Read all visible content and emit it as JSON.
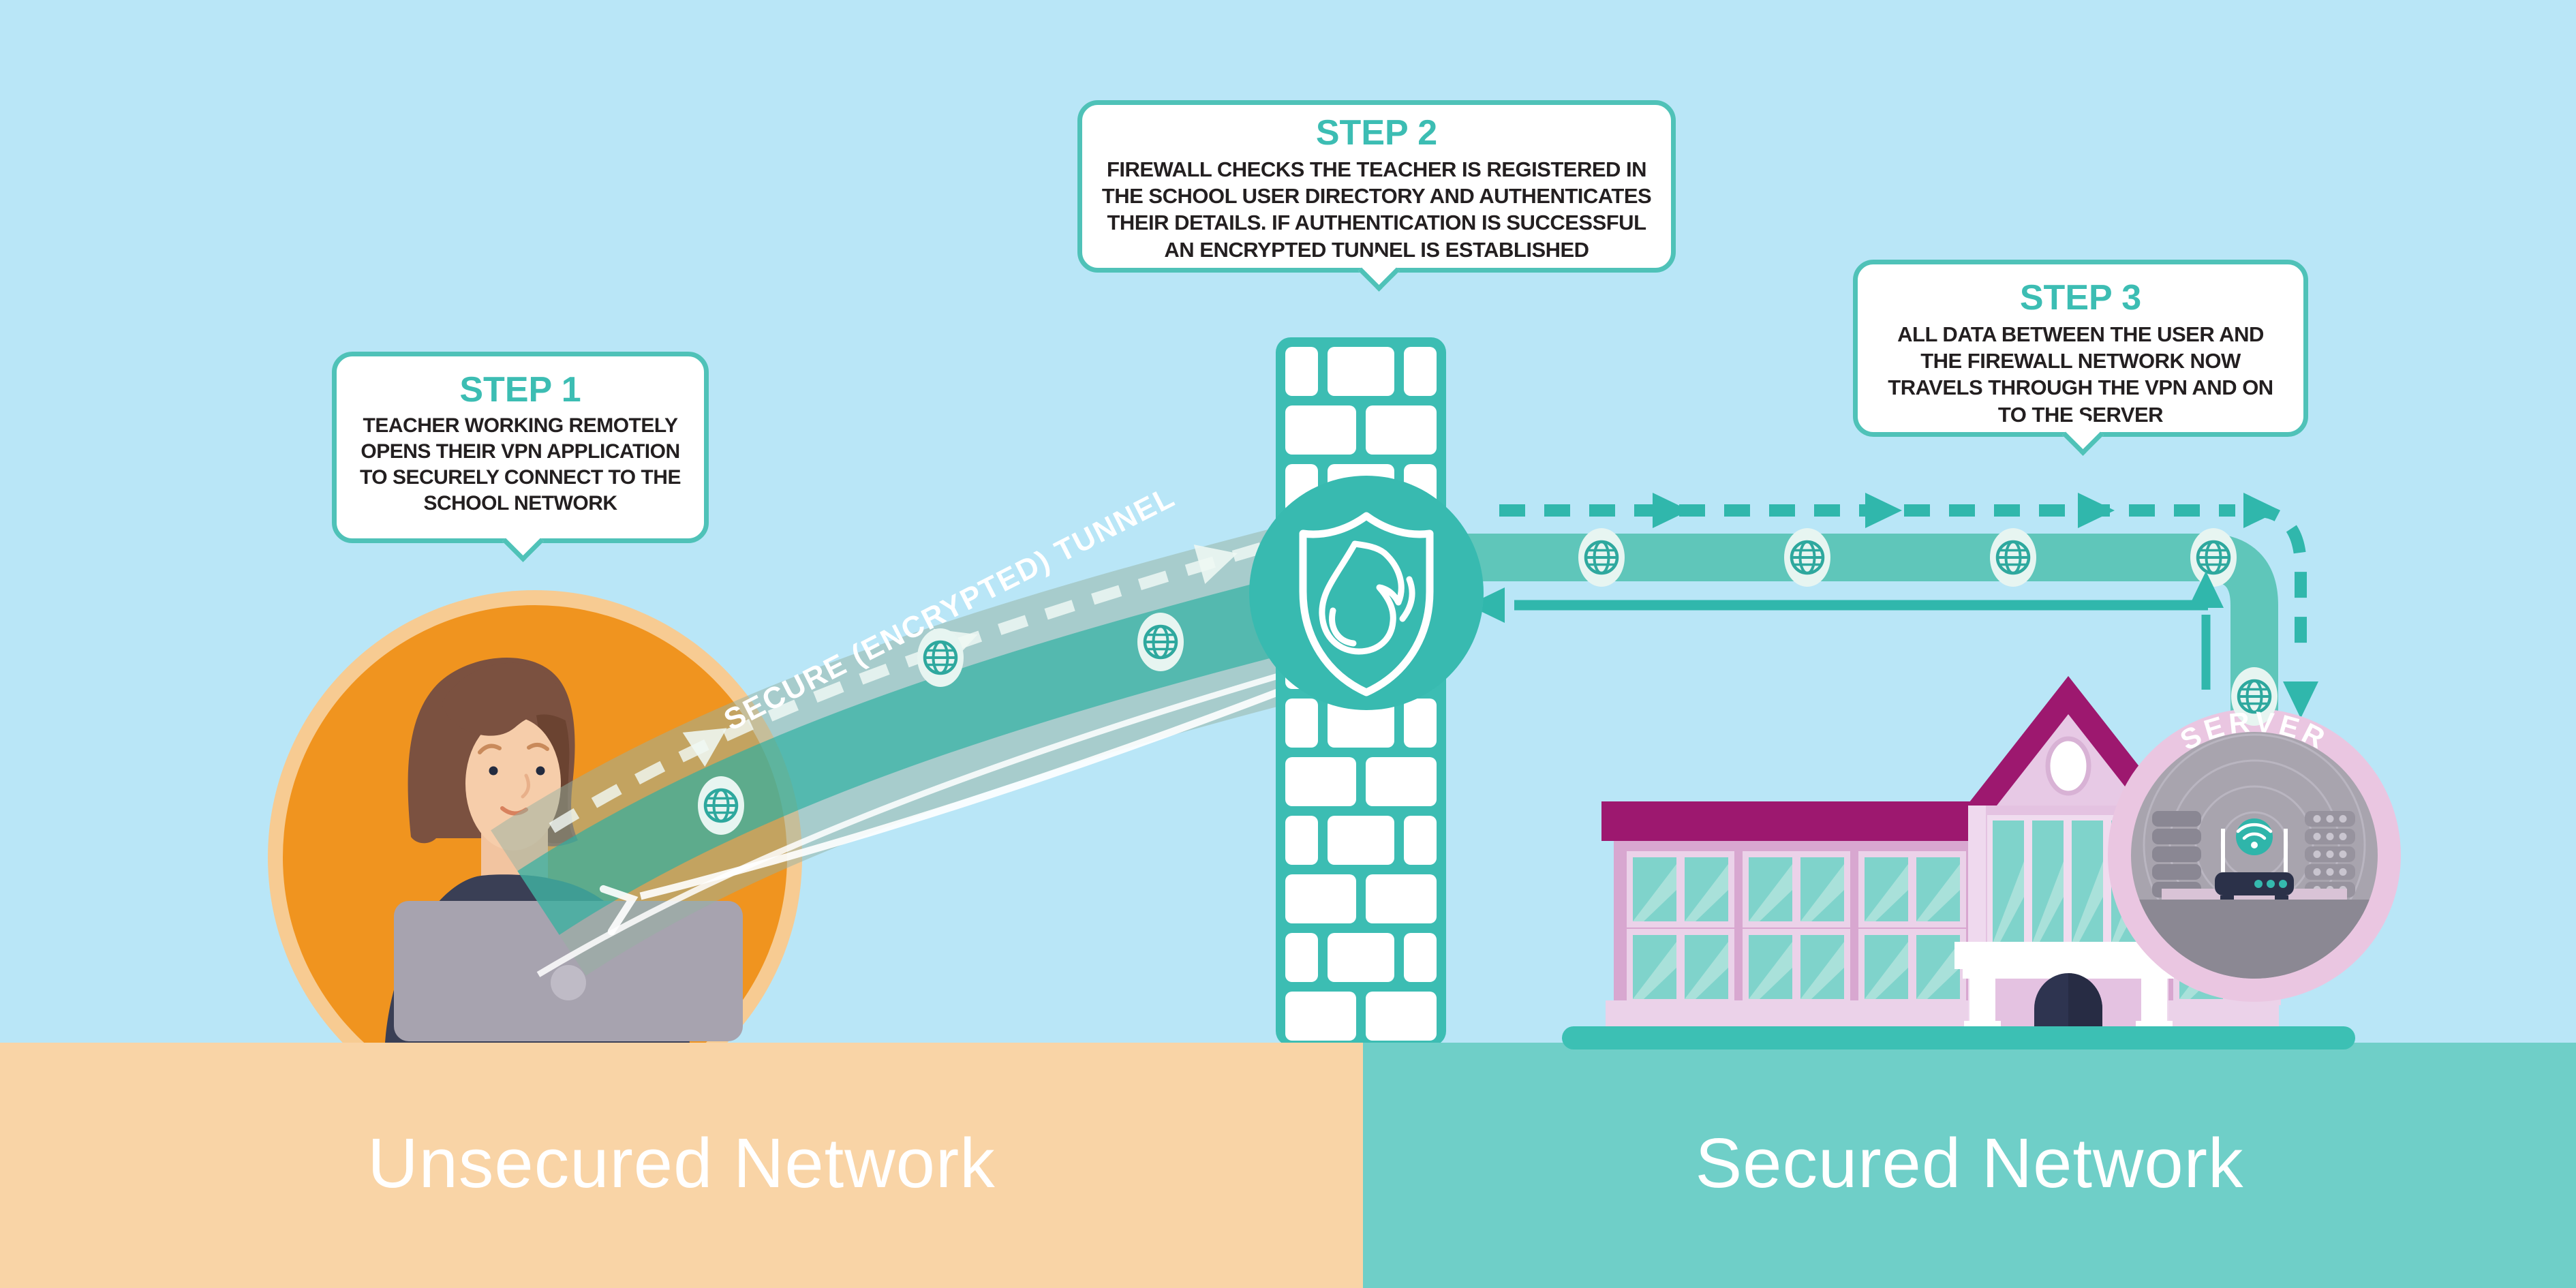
{
  "zones": {
    "unsecured_label": "Unsecured Network",
    "secured_label": "Secured Network"
  },
  "steps": [
    {
      "title": "STEP 1",
      "body": "TEACHER WORKING REMOTELY OPENS THEIR VPN APPLICATION TO SECURELY CONNECT TO THE SCHOOL NETWORK"
    },
    {
      "title": "STEP 2",
      "body": "FIREWALL CHECKS THE TEACHER IS REGISTERED IN THE SCHOOL USER DIRECTORY AND AUTHENTICATES THEIR DETAILS. IF AUTHENTICATION IS SUCCESSFUL AN ENCRYPTED TUNNEL IS ESTABLISHED"
    },
    {
      "title": "STEP 3",
      "body": "ALL DATA BETWEEN THE USER AND THE FIREWALL NETWORK NOW TRAVELS THROUGH THE VPN AND ON TO THE SERVER"
    }
  ],
  "labels": {
    "tunnel": "SECURE (ENCRYPTED) TUNNEL",
    "server": "SERVER"
  },
  "icons": {
    "firewall": "shield-fire-icon",
    "packet": "globe-icon",
    "wireless": "wifi-icon"
  },
  "colors": {
    "sky": "#B9E6F7",
    "accent_teal": "#3CBDB3",
    "tunnel_teal": "#5FC6BA",
    "orange": "#F0941F",
    "unsecured_band": "#F9D4A6",
    "secured_band": "#6FCFC8",
    "roof_magenta": "#9D186F",
    "school_pink": "#D8A7D0",
    "server_gray": "#A8A4AE",
    "door_navy": "#2E3450",
    "step_text": "#231F20",
    "white": "#FFFFFF"
  }
}
